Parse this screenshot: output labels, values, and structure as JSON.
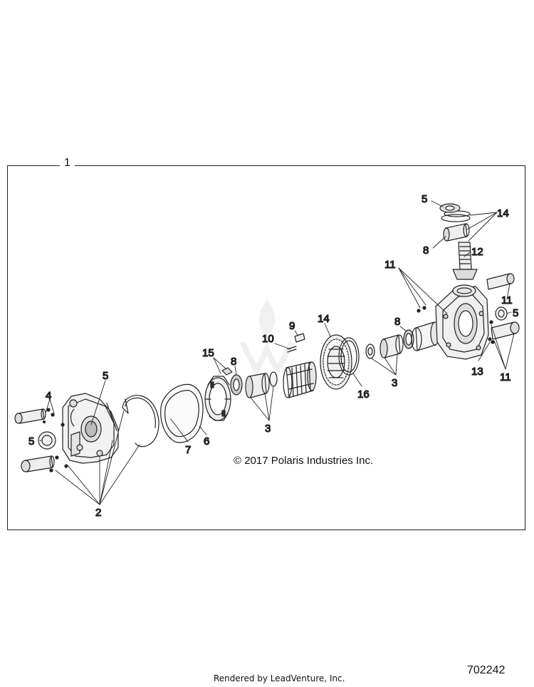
{
  "diagram": {
    "assembly_callout": "1",
    "copyright": "© 2017 Polaris Industries Inc.",
    "document_number": "702242",
    "rendered_by": "Rendered by LeadVenture, Inc.",
    "callouts": [
      {
        "id": "c5a",
        "label": "5"
      },
      {
        "id": "c4",
        "label": "4"
      },
      {
        "id": "c5b",
        "label": "5"
      },
      {
        "id": "c2",
        "label": "2"
      },
      {
        "id": "c7",
        "label": "7"
      },
      {
        "id": "c6",
        "label": "6"
      },
      {
        "id": "c15",
        "label": "15"
      },
      {
        "id": "c8a",
        "label": "8"
      },
      {
        "id": "c3a",
        "label": "3"
      },
      {
        "id": "c10",
        "label": "10"
      },
      {
        "id": "c9",
        "label": "9"
      },
      {
        "id": "c14a",
        "label": "14"
      },
      {
        "id": "c16",
        "label": "16"
      },
      {
        "id": "c8b",
        "label": "8"
      },
      {
        "id": "c3b",
        "label": "3"
      },
      {
        "id": "c11a",
        "label": "11"
      },
      {
        "id": "c5c",
        "label": "5"
      },
      {
        "id": "c14b",
        "label": "14"
      },
      {
        "id": "c8c",
        "label": "8"
      },
      {
        "id": "c12",
        "label": "12"
      },
      {
        "id": "c11b",
        "label": "11"
      },
      {
        "id": "c5d",
        "label": "5"
      },
      {
        "id": "c13",
        "label": "13"
      },
      {
        "id": "c11c",
        "label": "11"
      }
    ]
  }
}
